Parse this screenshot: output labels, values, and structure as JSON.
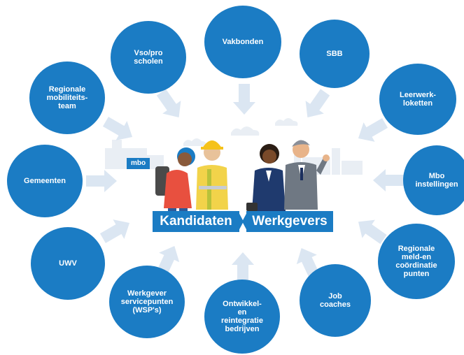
{
  "diagram": {
    "center": {
      "left_label": "Kandidaten",
      "right_label": "Werkgevers",
      "sign": "mbo"
    },
    "nodes": [
      {
        "id": "vakbonden",
        "label": "Vakbonden"
      },
      {
        "id": "sbb",
        "label": "SBB"
      },
      {
        "id": "leerwerkloketten",
        "label": "Leerwerk-\nloketten"
      },
      {
        "id": "mbo-instellingen",
        "label": "Mbo\ninstellingen"
      },
      {
        "id": "regionale-meld",
        "label": "Regionale\nmeld-en\ncoördinatie\npunten"
      },
      {
        "id": "job-coaches",
        "label": "Job\ncoaches"
      },
      {
        "id": "ontwikkel",
        "label": "Ontwikkel-\nen\nreintegratie\nbedrijven"
      },
      {
        "id": "wsp",
        "label": "Werkgever\nservicepunten\n(WSP's)"
      },
      {
        "id": "uwv",
        "label": "UWV"
      },
      {
        "id": "gemeenten",
        "label": "Gemeenten"
      },
      {
        "id": "mobiliteitsteam",
        "label": "Regionale\nmobiliteits-\nteam"
      },
      {
        "id": "vso-pro",
        "label": "Vso/pro\nscholen"
      }
    ],
    "colors": {
      "node": "#1b7cc4",
      "arrow": "#dbe6f2",
      "skyline": "#e9eef4",
      "text": "#ffffff"
    }
  }
}
